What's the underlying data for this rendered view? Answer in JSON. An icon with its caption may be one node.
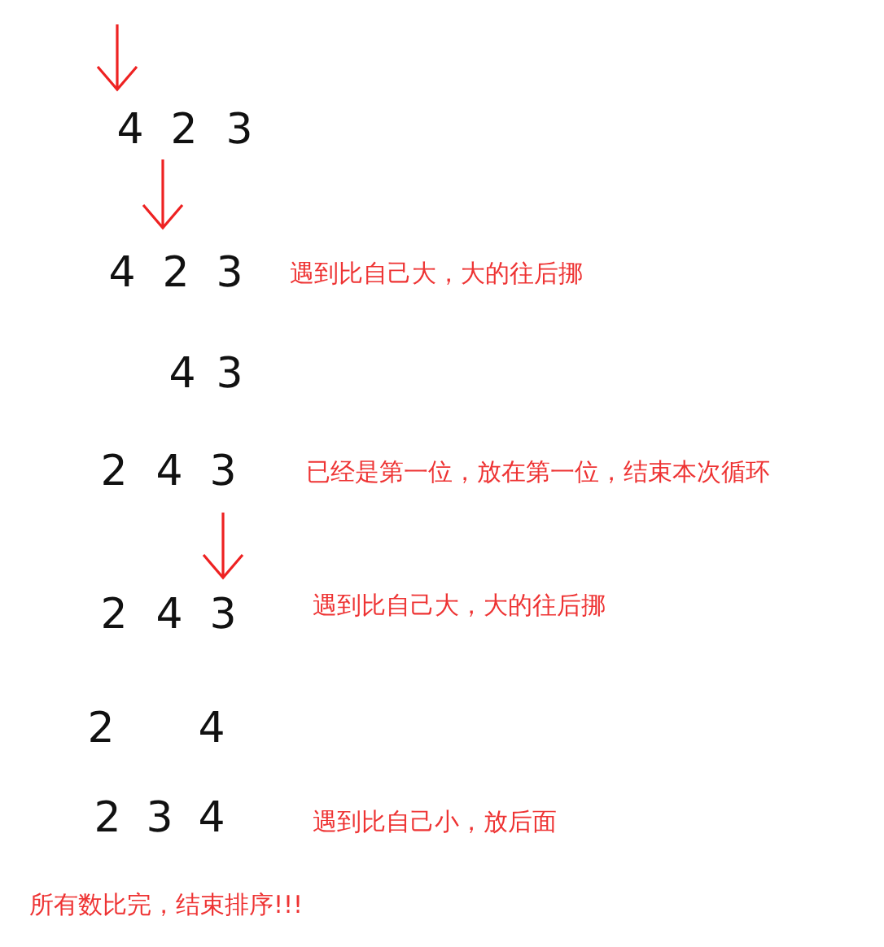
{
  "diagram": {
    "labels": [
      "4",
      "2",
      "3",
      "4",
      "2",
      "3",
      "遇到比自己大，大的往后挪",
      "4",
      "3",
      "2",
      "4",
      "3",
      "已经是第一位，放在第一位，结束本次循环",
      "2",
      "4",
      "3",
      "遇到比自己大，大的往后挪",
      "2",
      "4",
      "2",
      "3",
      "4",
      "遇到比自己小，放后面",
      "所有数比完，结束排序!!!"
    ]
  }
}
